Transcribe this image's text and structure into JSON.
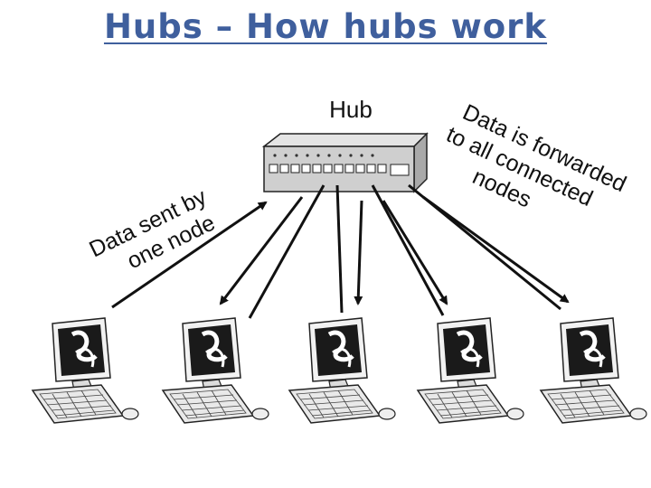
{
  "title": "Hubs – How hubs work",
  "diagram": {
    "hub_label": "Hub",
    "sent_label_line1": "Data sent by",
    "sent_label_line2": "one node",
    "forward_label_line1": "Data is forwarded",
    "forward_label_line2": "to all connected",
    "forward_label_line3": "nodes"
  },
  "colors": {
    "title": "#3f5f9d",
    "arrow": "#111111",
    "hub_body": "#cfcfcf"
  },
  "icons": [
    "hub-device-icon",
    "computer-icon",
    "arrow-icon"
  ]
}
